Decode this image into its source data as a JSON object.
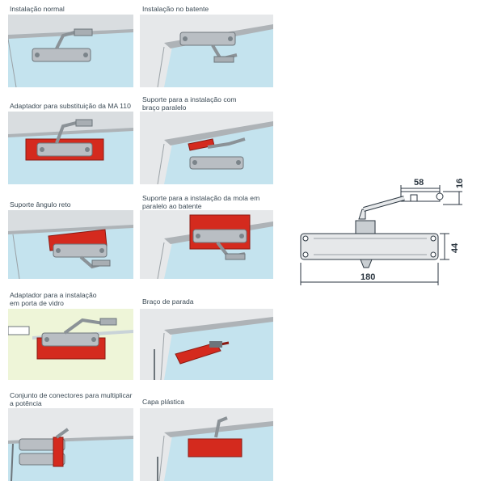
{
  "panels": [
    {
      "caption": "Instalação normal"
    },
    {
      "caption": "Instalação no batente"
    },
    {
      "caption": "Adaptador para substituição da MA 110"
    },
    {
      "caption": "Suporte para a instalação com\nbraço paralelo"
    },
    {
      "caption": "Suporte ângulo reto"
    },
    {
      "caption": "Suporte para a instalação da mola em\nparalelo ao batente"
    },
    {
      "caption": "Adaptador para a instalação\nem porta de vidro"
    },
    {
      "caption": "Braço de parada"
    },
    {
      "caption": "Conjunto de conectores para multiplicar\na potência"
    },
    {
      "caption": "Capa plástica"
    }
  ],
  "dimensions": {
    "arm_width": "58",
    "arm_height": "16",
    "body_height": "44",
    "body_length": "180"
  },
  "colors": {
    "wall": "#c4e3ee",
    "frame": "#e6e8ea",
    "accessory": "#d42a1e",
    "metal": "#b9bec3",
    "glass_bg": "#eef5d8"
  }
}
